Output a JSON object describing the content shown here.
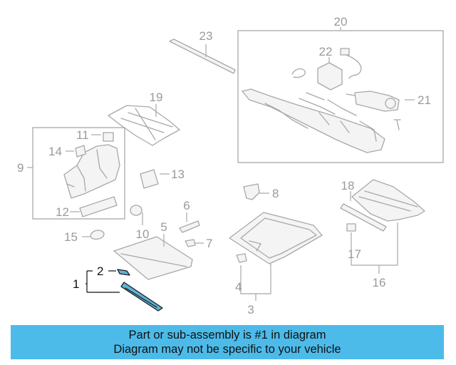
{
  "diagram": {
    "callouts": {
      "c1": "1",
      "c2": "2",
      "c3": "3",
      "c4": "4",
      "c5": "5",
      "c6": "6",
      "c7": "7",
      "c8": "8",
      "c9": "9",
      "c10": "10",
      "c11": "11",
      "c12": "12",
      "c13": "13",
      "c14": "14",
      "c15": "15",
      "c16": "16",
      "c17": "17",
      "c18": "18",
      "c19": "19",
      "c20": "20",
      "c21": "21",
      "c22": "22",
      "c23": "23"
    },
    "highlighted_part": "1",
    "colors": {
      "highlight": "#5fb3d8",
      "line": "#a8a8a8",
      "banner": "#4dbbe9"
    }
  },
  "banner": {
    "line1": "Part or sub-assembly is #1 in diagram",
    "line2": "Diagram may not be specific to your vehicle"
  }
}
